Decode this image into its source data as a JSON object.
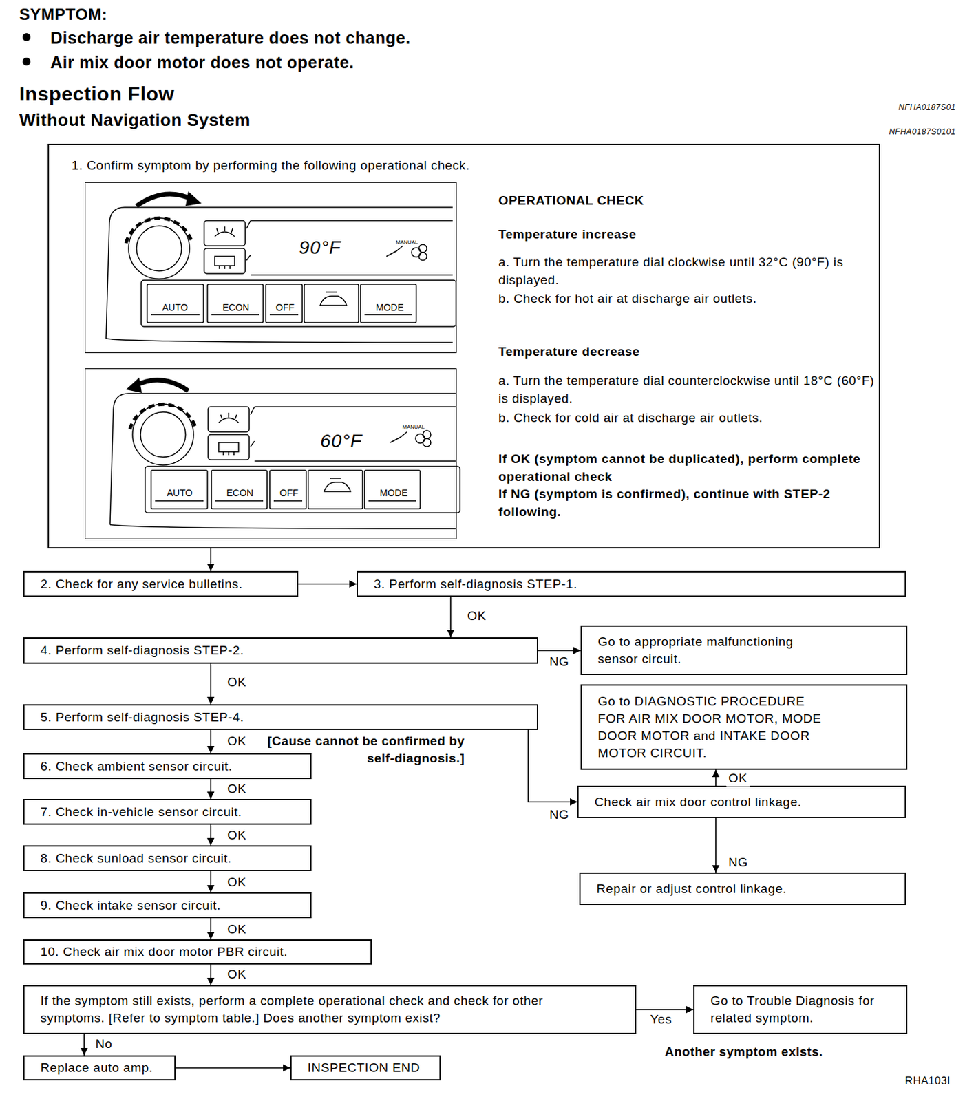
{
  "diagram": {
    "nodes": [
      {
        "text": [
          "1. Confirm symptom by performing the following operational check.",
          "OPERATIONAL CHECK",
          "Temperature increase",
          "a. Turn the temperature dial clockwise until 32°C (90°F) is displayed.",
          "b. Check for hot air at discharge air outlets.",
          "Temperature decrease",
          "a. Turn the temperature dial counterclockwise until 18°C (60°F) is displayed.",
          "b. Check for cold air at discharge air outlets.",
          "If OK (symptom cannot be duplicated), perform complete operational check",
          "If NG (symptom is confirmed), continue with STEP-2 following."
        ]
      },
      {
        "text": [
          "90°F",
          "MANUAL",
          "AUTO",
          "ECON",
          "OFF",
          "MODE"
        ],
        "in": 0
      },
      {
        "text": [
          "60°F",
          "MANUAL",
          "AUTO",
          "ECON",
          "OFF",
          "MODE"
        ],
        "in": 0
      },
      {
        "text": [
          "2. Check for any service bulletins."
        ]
      },
      {
        "text": [
          "3. Perform self-diagnosis STEP-1."
        ]
      },
      {
        "text": [
          "4. Perform self-diagnosis STEP-2."
        ]
      },
      {
        "text": [
          "Go to appropriate malfunctioning sensor circuit."
        ]
      },
      {
        "text": [
          "5. Perform self-diagnosis STEP-4."
        ]
      },
      {
        "text": [
          "Go to DIAGNOSTIC PROCEDURE FOR AIR MIX DOOR MOTOR, MODE DOOR MOTOR and INTAKE DOOR MOTOR CIRCUIT."
        ]
      },
      {
        "text": [
          "6. Check ambient sensor circuit."
        ]
      },
      {
        "text": [
          "Check air mix door control linkage."
        ]
      },
      {
        "text": [
          "7. Check in-vehicle sensor circuit."
        ]
      },
      {
        "text": [
          "8. Check sunload sensor circuit."
        ]
      },
      {
        "text": [
          "Repair or adjust control linkage."
        ]
      },
      {
        "text": [
          "9. Check intake sensor circuit."
        ]
      },
      {
        "text": [
          "10. Check air mix door motor PBR circuit."
        ]
      },
      {
        "text": [
          "If the symptom still exists, perform a complete operational check and check for other symptoms. [Refer to symptom table.] Does another symptom exist?"
        ]
      },
      {
        "text": [
          "Go to Trouble Diagnosis for related symptom."
        ]
      },
      {
        "text": [
          "Replace auto amp."
        ]
      },
      {
        "text": [
          "INSPECTION END"
        ]
      }
    ],
    "edges": [
      {
        "from": 0,
        "to": 3,
        "arrow": "to"
      },
      {
        "from": 3,
        "to": 4,
        "arrow": "to"
      },
      {
        "from": 4,
        "to": 5,
        "label": "OK",
        "arrow": "to"
      },
      {
        "from": 5,
        "to": 6,
        "label": "NG",
        "arrow": "to"
      },
      {
        "from": 5,
        "to": 7,
        "label": "OK",
        "arrow": "to"
      },
      {
        "from": 7,
        "to": 9,
        "label": "OK",
        "arrow": "to"
      },
      {
        "from": 7,
        "to": 10,
        "label": "NG",
        "arrow": "to"
      },
      {
        "from": 10,
        "to": 8,
        "label": "OK",
        "arrow": "to"
      },
      {
        "from": 10,
        "to": 13,
        "label": "NG",
        "arrow": "to"
      },
      {
        "from": 9,
        "to": 11,
        "label": "OK",
        "arrow": "to"
      },
      {
        "from": 11,
        "to": 12,
        "label": "OK",
        "arrow": "to"
      },
      {
        "from": 12,
        "to": 14,
        "label": "OK",
        "arrow": "to"
      },
      {
        "from": 14,
        "to": 15,
        "label": "OK",
        "arrow": "to"
      },
      {
        "from": 15,
        "to": 16,
        "label": "OK",
        "arrow": "to"
      },
      {
        "from": 16,
        "to": 17,
        "label": "Yes",
        "arrow": "to"
      },
      {
        "from": 16,
        "to": 18,
        "label": "No",
        "arrow": "to"
      },
      {
        "from": 18,
        "to": 19,
        "arrow": "to"
      }
    ],
    "labels": [
      "SYMPTOM:",
      "Discharge air temperature does not change.",
      "Air mix door motor does not operate.",
      "Inspection Flow",
      "Without Navigation System",
      "NFHA0187S01",
      "NFHA0187S0101",
      "[Cause cannot be confirmed by self-diagnosis.]",
      "Another symptom exists.",
      "RHA103I"
    ]
  }
}
